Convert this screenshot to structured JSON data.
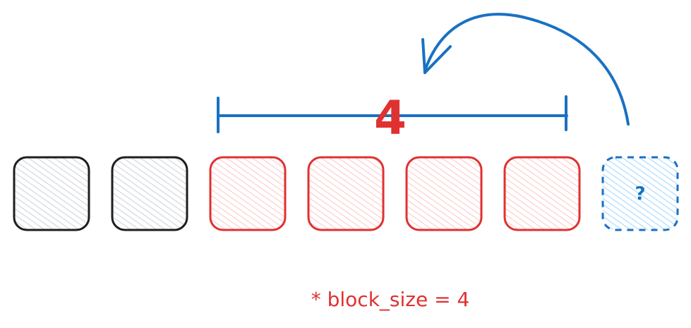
{
  "diagram": {
    "blocks": [
      {
        "state": "past"
      },
      {
        "state": "past"
      },
      {
        "state": "window"
      },
      {
        "state": "window"
      },
      {
        "state": "window"
      },
      {
        "state": "window"
      },
      {
        "state": "next",
        "label": "?"
      }
    ],
    "span_label": "4",
    "note": "* block_size = 4",
    "colors": {
      "past_stroke": "#1e1e1e",
      "past_fill": "#ced4da",
      "window_stroke": "#e03131",
      "window_fill": "#ffc9c9",
      "next_stroke": "#1971c2",
      "next_fill": "#a5d8ff",
      "bracket": "#1971c2",
      "span_label": "#e03131",
      "note": "#e03131",
      "arrow": "#1971c2"
    }
  }
}
